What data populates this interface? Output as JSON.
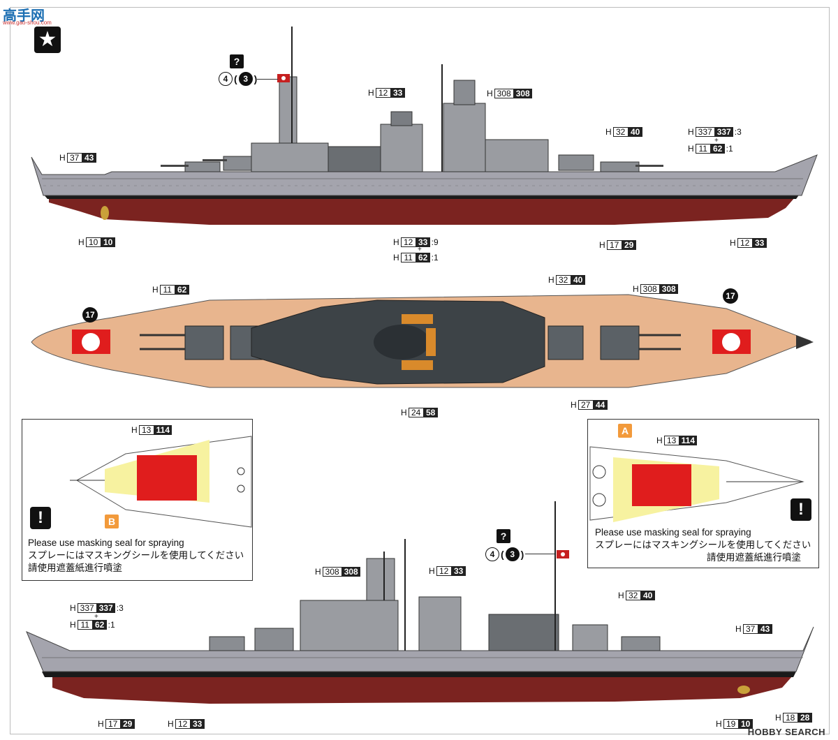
{
  "watermark": {
    "brand": "高手网",
    "url": "www.gao-shou.com",
    "search": "HOBBY SEARCH"
  },
  "colors": {
    "hull_red": "#7b2320",
    "hull_grey": "#a4a4ad",
    "deck_tan": "#e8b58e",
    "superstructure": "#5b6166",
    "mask_red": "#e01d1d",
    "mask_yellow": "#f7f2a0",
    "flag_red": "#c62020"
  },
  "icons": {
    "marker": "star-icon",
    "warning": "exclamation-icon",
    "unknown": "question-mark-icon"
  },
  "flag_code": {
    "q": "?",
    "a": "4",
    "b": "3"
  },
  "deck_marker": "17",
  "callouts_side_top": [
    {
      "h": "12",
      "c": "33"
    },
    {
      "h": "308",
      "c": "308"
    },
    {
      "h": "32",
      "c": "40"
    },
    {
      "h": "337",
      "c": "337",
      "r": ":3"
    },
    {
      "h": "11",
      "c": "62",
      "r": ":1"
    },
    {
      "h": "37",
      "c": "43"
    },
    {
      "h": "10",
      "c": "10"
    },
    {
      "h": "12",
      "c": "33",
      "r": ":9"
    },
    {
      "h": "11",
      "c": "62",
      "r": ":1"
    },
    {
      "h": "17",
      "c": "29"
    },
    {
      "h": "12",
      "c": "33"
    }
  ],
  "callouts_plan": [
    {
      "h": "11",
      "c": "62"
    },
    {
      "h": "32",
      "c": "40"
    },
    {
      "h": "308",
      "c": "308"
    },
    {
      "h": "24",
      "c": "58"
    },
    {
      "h": "27",
      "c": "44"
    }
  ],
  "inset_left": {
    "callout": {
      "h": "13",
      "c": "114"
    },
    "zone": "B"
  },
  "inset_right": {
    "callout": {
      "h": "13",
      "c": "114"
    },
    "zone": "A"
  },
  "masking_note": {
    "en": "Please use masking seal for spraying",
    "ja": "スプレーにはマスキングシールを使用してください",
    "zh": "請使用遮蓋紙進行噴塗"
  },
  "callouts_side_bottom": [
    {
      "h": "308",
      "c": "308"
    },
    {
      "h": "12",
      "c": "33"
    },
    {
      "h": "32",
      "c": "40"
    },
    {
      "h": "337",
      "c": "337",
      "r": ":3"
    },
    {
      "h": "11",
      "c": "62",
      "r": ":1"
    },
    {
      "h": "37",
      "c": "43"
    },
    {
      "h": "17",
      "c": "29"
    },
    {
      "h": "12",
      "c": "33"
    },
    {
      "h": "19",
      "c": "10"
    },
    {
      "h": "18",
      "c": "28"
    }
  ]
}
